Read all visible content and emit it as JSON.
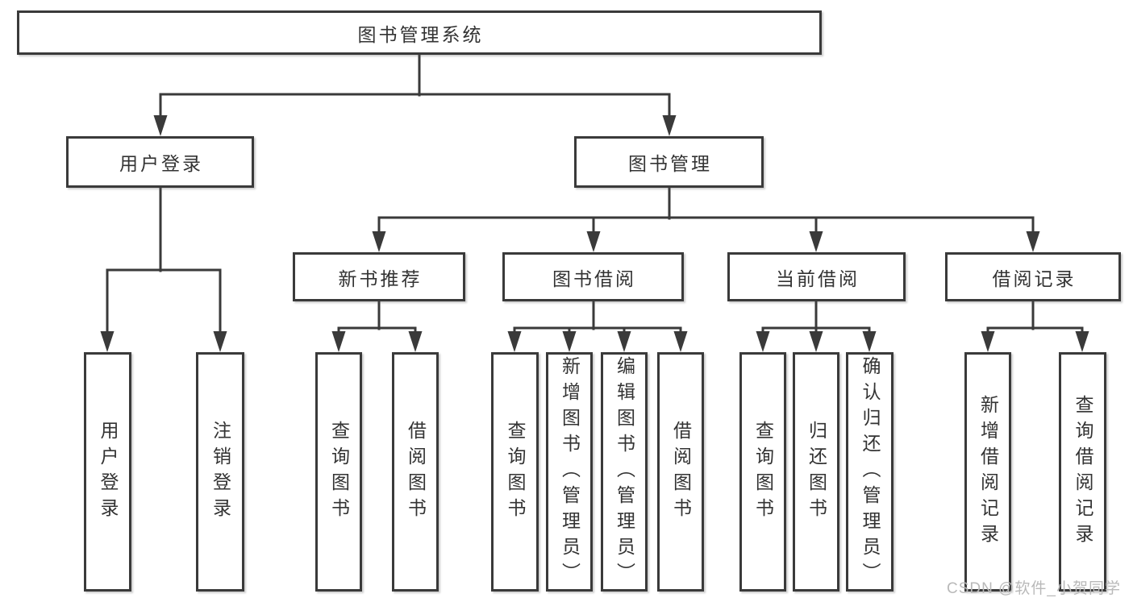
{
  "colors": {
    "line": "#3a3a3a",
    "box_border": "#3a3a3a",
    "text": "#333333",
    "background": "#ffffff",
    "watermark": "#b9b9b9"
  },
  "watermark": {
    "text": "CSDN @软件_小贺同学"
  },
  "tree": {
    "root": {
      "label": "图书管理系统"
    },
    "branches": [
      {
        "label": "用户登录",
        "children": [
          {
            "label": "用户登录"
          },
          {
            "label": "注销登录"
          }
        ]
      },
      {
        "label": "图书管理",
        "sections": [
          {
            "label": "新书推荐",
            "children": [
              {
                "label": "查询图书"
              },
              {
                "label": "借阅图书"
              }
            ]
          },
          {
            "label": "图书借阅",
            "children": [
              {
                "label": "查询图书"
              },
              {
                "label": "新增图书（管理员）"
              },
              {
                "label": "编辑图书（管理员）"
              },
              {
                "label": "借阅图书"
              }
            ]
          },
          {
            "label": "当前借阅",
            "children": [
              {
                "label": "查询图书"
              },
              {
                "label": "归还图书"
              },
              {
                "label": "确认归还（管理员）"
              }
            ]
          },
          {
            "label": "借阅记录",
            "children": [
              {
                "label": "新增借阅记录"
              },
              {
                "label": "查询借阅记录"
              }
            ]
          }
        ]
      }
    ]
  }
}
